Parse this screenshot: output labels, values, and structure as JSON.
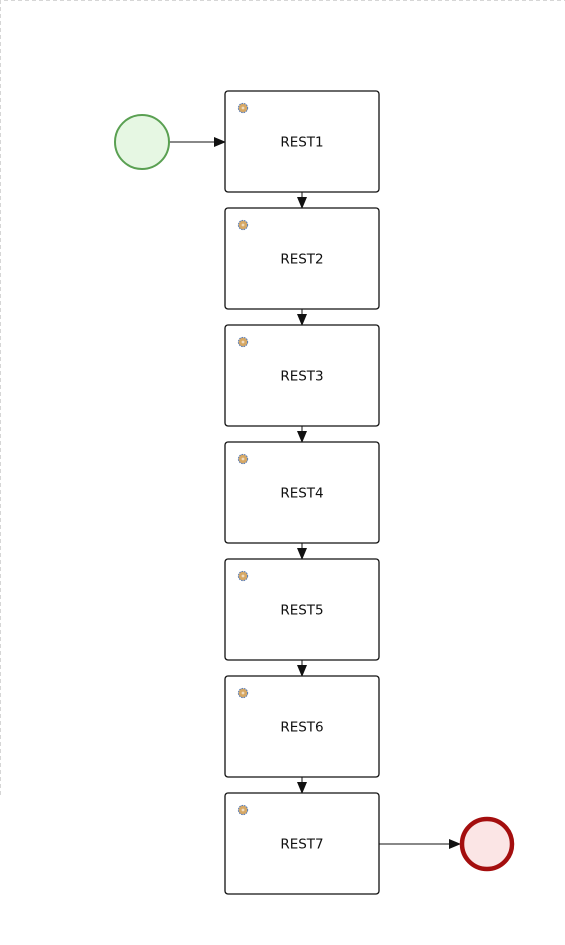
{
  "diagram": {
    "type": "bpmn-process",
    "colors": {
      "start_fill": "#e6f7e3",
      "start_stroke": "#5aa052",
      "end_fill": "#fbe5e5",
      "end_stroke": "#a40e0e",
      "task_stroke": "#111111",
      "task_fill": "#ffffff",
      "service_icon": "#d7a864",
      "service_icon_stroke": "#5b7fb8",
      "flow_stroke": "#111111",
      "frame_stroke": "#d6d6d6"
    },
    "start_event": {
      "kind": "start-event"
    },
    "end_event": {
      "kind": "end-event"
    },
    "tasks": [
      {
        "label": "REST1",
        "kind": "service-task"
      },
      {
        "label": "REST2",
        "kind": "service-task"
      },
      {
        "label": "REST3",
        "kind": "service-task"
      },
      {
        "label": "REST4",
        "kind": "service-task"
      },
      {
        "label": "REST5",
        "kind": "service-task"
      },
      {
        "label": "REST6",
        "kind": "service-task"
      },
      {
        "label": "REST7",
        "kind": "service-task"
      }
    ]
  }
}
